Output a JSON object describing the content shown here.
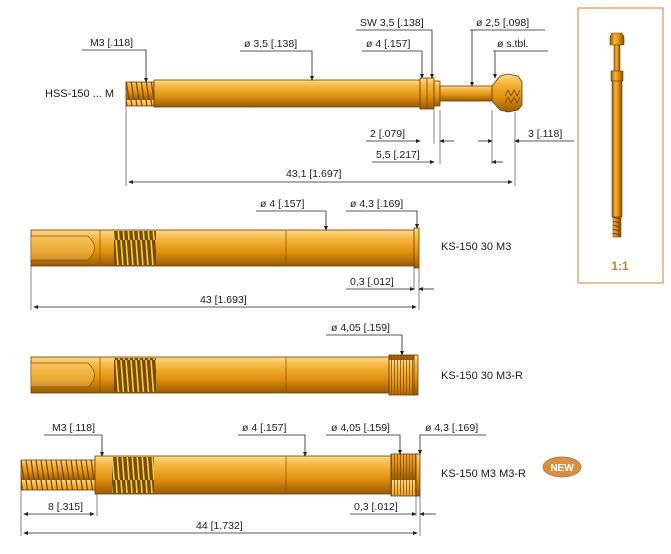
{
  "colors": {
    "metal_light": "#f7c65a",
    "metal_mid": "#e39a1c",
    "metal_dark": "#9a5a06",
    "scale_box_border": "#e2a36a",
    "scale_text": "#c8823c",
    "badge": "#d98f43"
  },
  "hss": {
    "label": "HSS-150 ... M",
    "dim_thread": "M3 [.118]",
    "dim_d35": "ø 3,5 [.138]",
    "dim_sw": "SW 3,5 [.138]",
    "dim_d4": "ø 4 [.157]",
    "dim_d25": "ø 2,5 [.098]",
    "dim_stbl": "ø s.tbl.",
    "dim_2": "2 [.079]",
    "dim_3": "3 [.118]",
    "dim_55": "5,5 [.217]",
    "dim_len": "43,1 [1.697]"
  },
  "ks1": {
    "label": "KS-150 30 M3",
    "dim_d4": "ø 4 [.157]",
    "dim_d43": "ø 4,3 [.169]",
    "dim_03": "0,3 [.012]",
    "dim_len": "43 [1.693]"
  },
  "ks2": {
    "label": "KS-150 30 M3-R",
    "dim_d405": "ø 4,05 [.159]"
  },
  "ks3": {
    "label": "KS-150 M3 M3-R",
    "dim_thread": "M3 [.118]",
    "dim_d4": "ø 4 [.157]",
    "dim_d405": "ø 4,05 [.159]",
    "dim_d43": "ø 4,3 [.169]",
    "dim_8": "8 [.315]",
    "dim_03": "0,3 [.012]",
    "dim_len": "44 [1.732]",
    "badge": "NEW"
  },
  "scale": {
    "label": "1:1"
  }
}
